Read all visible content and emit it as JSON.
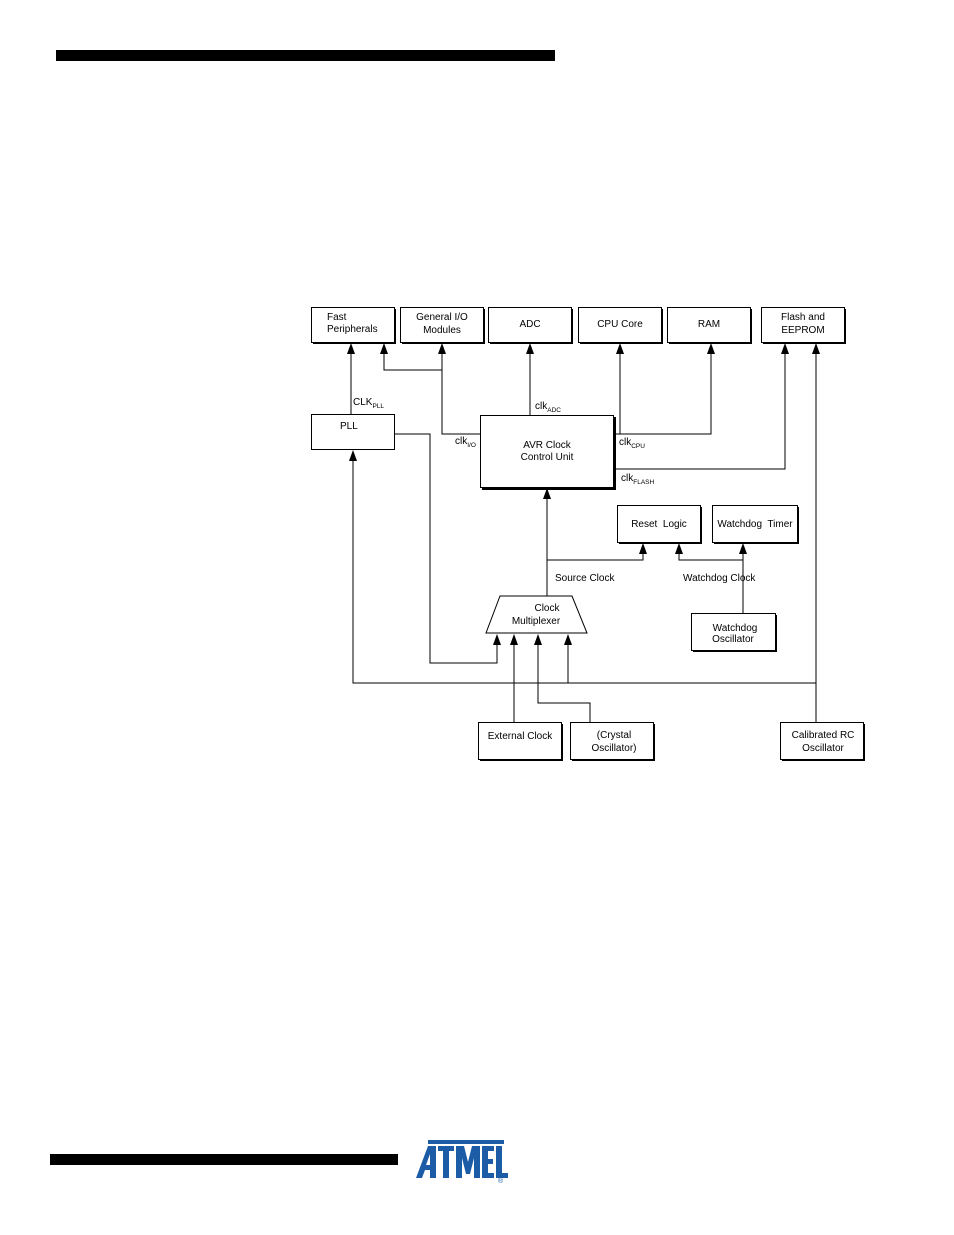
{
  "colors": {
    "ink": "#000000",
    "logo_blue": "#1c5ba6"
  },
  "logo": {
    "text": "ATMEL",
    "registered": "®"
  },
  "diagram": {
    "blocks": {
      "fast_peripherals": [
        "Fast",
        "Peripherals"
      ],
      "general_io": [
        "General I/O",
        "Modules"
      ],
      "adc": [
        "ADC"
      ],
      "cpu_core": [
        "CPU Core"
      ],
      "ram": [
        "RAM"
      ],
      "flash_eeprom": [
        "Flash and",
        "EEPROM"
      ],
      "pll": [
        "PLL"
      ],
      "avr_clock": [
        "AVR Clock",
        "Control Unit"
      ],
      "reset_logic": [
        "Reset  Logic"
      ],
      "watchdog_timer": [
        "Watchdog  Timer"
      ],
      "clock_mux": [
        "Clock",
        "Multiplexer"
      ],
      "watchdog_osc": [
        "Watchdog",
        "Oscillator"
      ],
      "external_clock": [
        "External Clock"
      ],
      "crystal_osc": [
        "(Crystal",
        "Oscillator)"
      ],
      "calibrated_rc": [
        "Calibrated RC",
        "Oscillator"
      ]
    },
    "signals": {
      "clk_pll": {
        "base": "CLK",
        "sub": "PLL"
      },
      "clk_adc": {
        "base": "clk",
        "sub": "ADC"
      },
      "clk_io": {
        "base": "clk",
        "sub": "I/O"
      },
      "clk_cpu": {
        "base": "clk",
        "sub": "CPU"
      },
      "clk_flash": {
        "base": "clk",
        "sub": "FLASH"
      },
      "source_clock": "Source Clock",
      "watchdog_clock": "Watchdog Clock"
    }
  }
}
